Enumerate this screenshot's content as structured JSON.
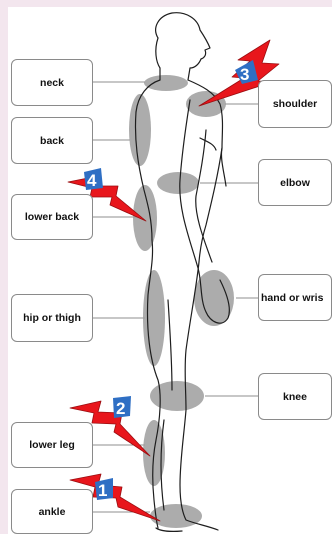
{
  "labels": {
    "neck": "neck",
    "back": "back",
    "lower_back": "lower back",
    "hip_or_thigh": "hip or thigh",
    "lower_leg": "lower leg",
    "ankle": "ankle",
    "shoulder": "shoulder",
    "elbow": "elbow",
    "hand_or_wrist": "hand or wris",
    "knee": "knee"
  },
  "pain_markers": {
    "shoulder": "3",
    "lower_back": "4",
    "lower_leg": "2",
    "ankle": "1"
  },
  "colors": {
    "pain_arrow_red": "#e8161c",
    "marker_blue": "#2f6fc4",
    "highlight_gray": "#9e9e9e",
    "page_background": "#f3e6ee"
  }
}
